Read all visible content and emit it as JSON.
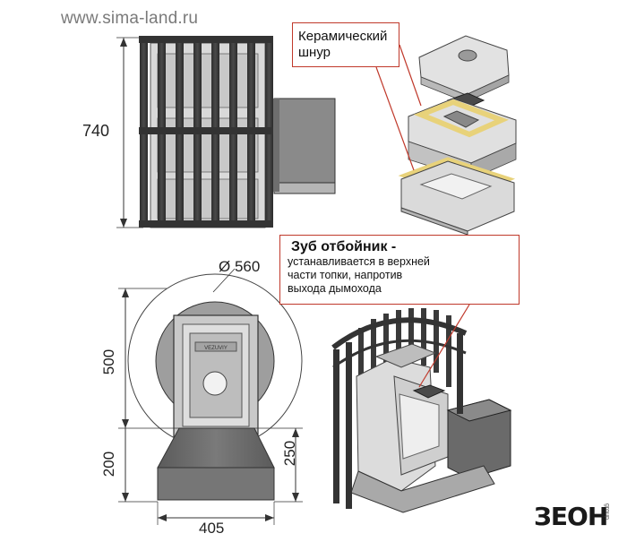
{
  "watermark": "www.sima-land.ru",
  "callouts": {
    "ceramic": {
      "line1": "Керамический",
      "line2": "шнур"
    },
    "tooth": {
      "title": "Зуб отбойник -",
      "line1": "устанавливается в верхней",
      "line2": "части топки, напротив",
      "line3": "выхода дымохода"
    }
  },
  "dimensions": {
    "height_total": "740",
    "diameter": "Ø 560",
    "height_body": "500",
    "height_base_left": "200",
    "height_base_right": "250",
    "base_width": "405"
  },
  "logo": {
    "text": "ЗЕОН",
    "sub": "group"
  },
  "colors": {
    "metal": "#3a3a3a",
    "ceramic_light": "#e4e4e4",
    "ceramic_mid": "#b8b8b8",
    "cord": "#e8d27a",
    "accent_red": "#c0392b",
    "base": "#6f6f6f"
  }
}
